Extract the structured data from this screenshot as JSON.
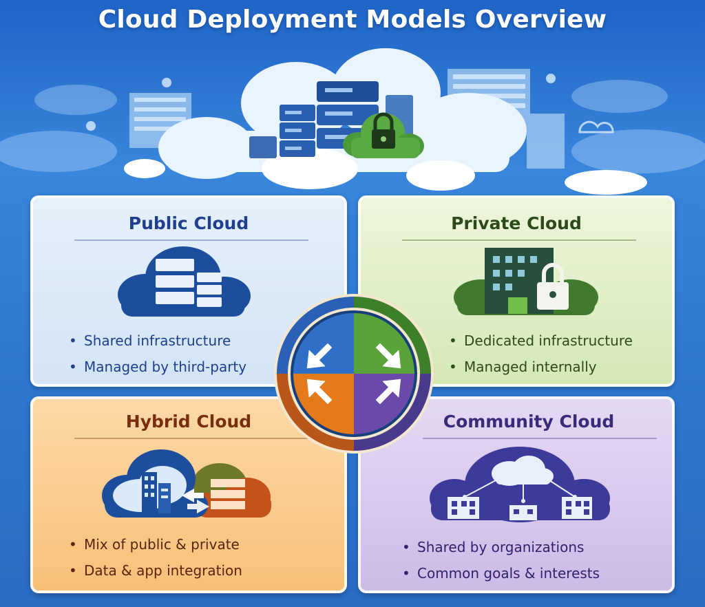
{
  "title": "Cloud Deployment Models Overview",
  "cards": {
    "public": {
      "title": "Public Cloud",
      "bullets": [
        "Shared infrastructure",
        "Managed by third-party"
      ],
      "icon": "cloud-servers-icon"
    },
    "private": {
      "title": "Private Cloud",
      "bullets": [
        "Dedicated infrastructure",
        "Managed internally"
      ],
      "icon": "building-lock-icon"
    },
    "hybrid": {
      "title": "Hybrid Cloud",
      "bullets": [
        "Mix of public & private",
        "Data & app integration"
      ],
      "icon": "hybrid-cloud-icon"
    },
    "community": {
      "title": "Community Cloud",
      "bullets": [
        "Shared by organizations",
        "Common goals & interests"
      ],
      "icon": "community-network-icon"
    }
  },
  "colors": {
    "background": "#2f78d2",
    "public_title": "#1f3f8f",
    "private_title": "#2e4a1a",
    "hybrid_title": "#7a2e10",
    "community_title": "#3a2a7a",
    "hub_blue": "#2f6fc8",
    "hub_green": "#5aa33a",
    "hub_orange": "#e57a1a",
    "hub_purple": "#6a4aa8"
  },
  "hub": {
    "icon": "four-arrows-hub-icon"
  }
}
